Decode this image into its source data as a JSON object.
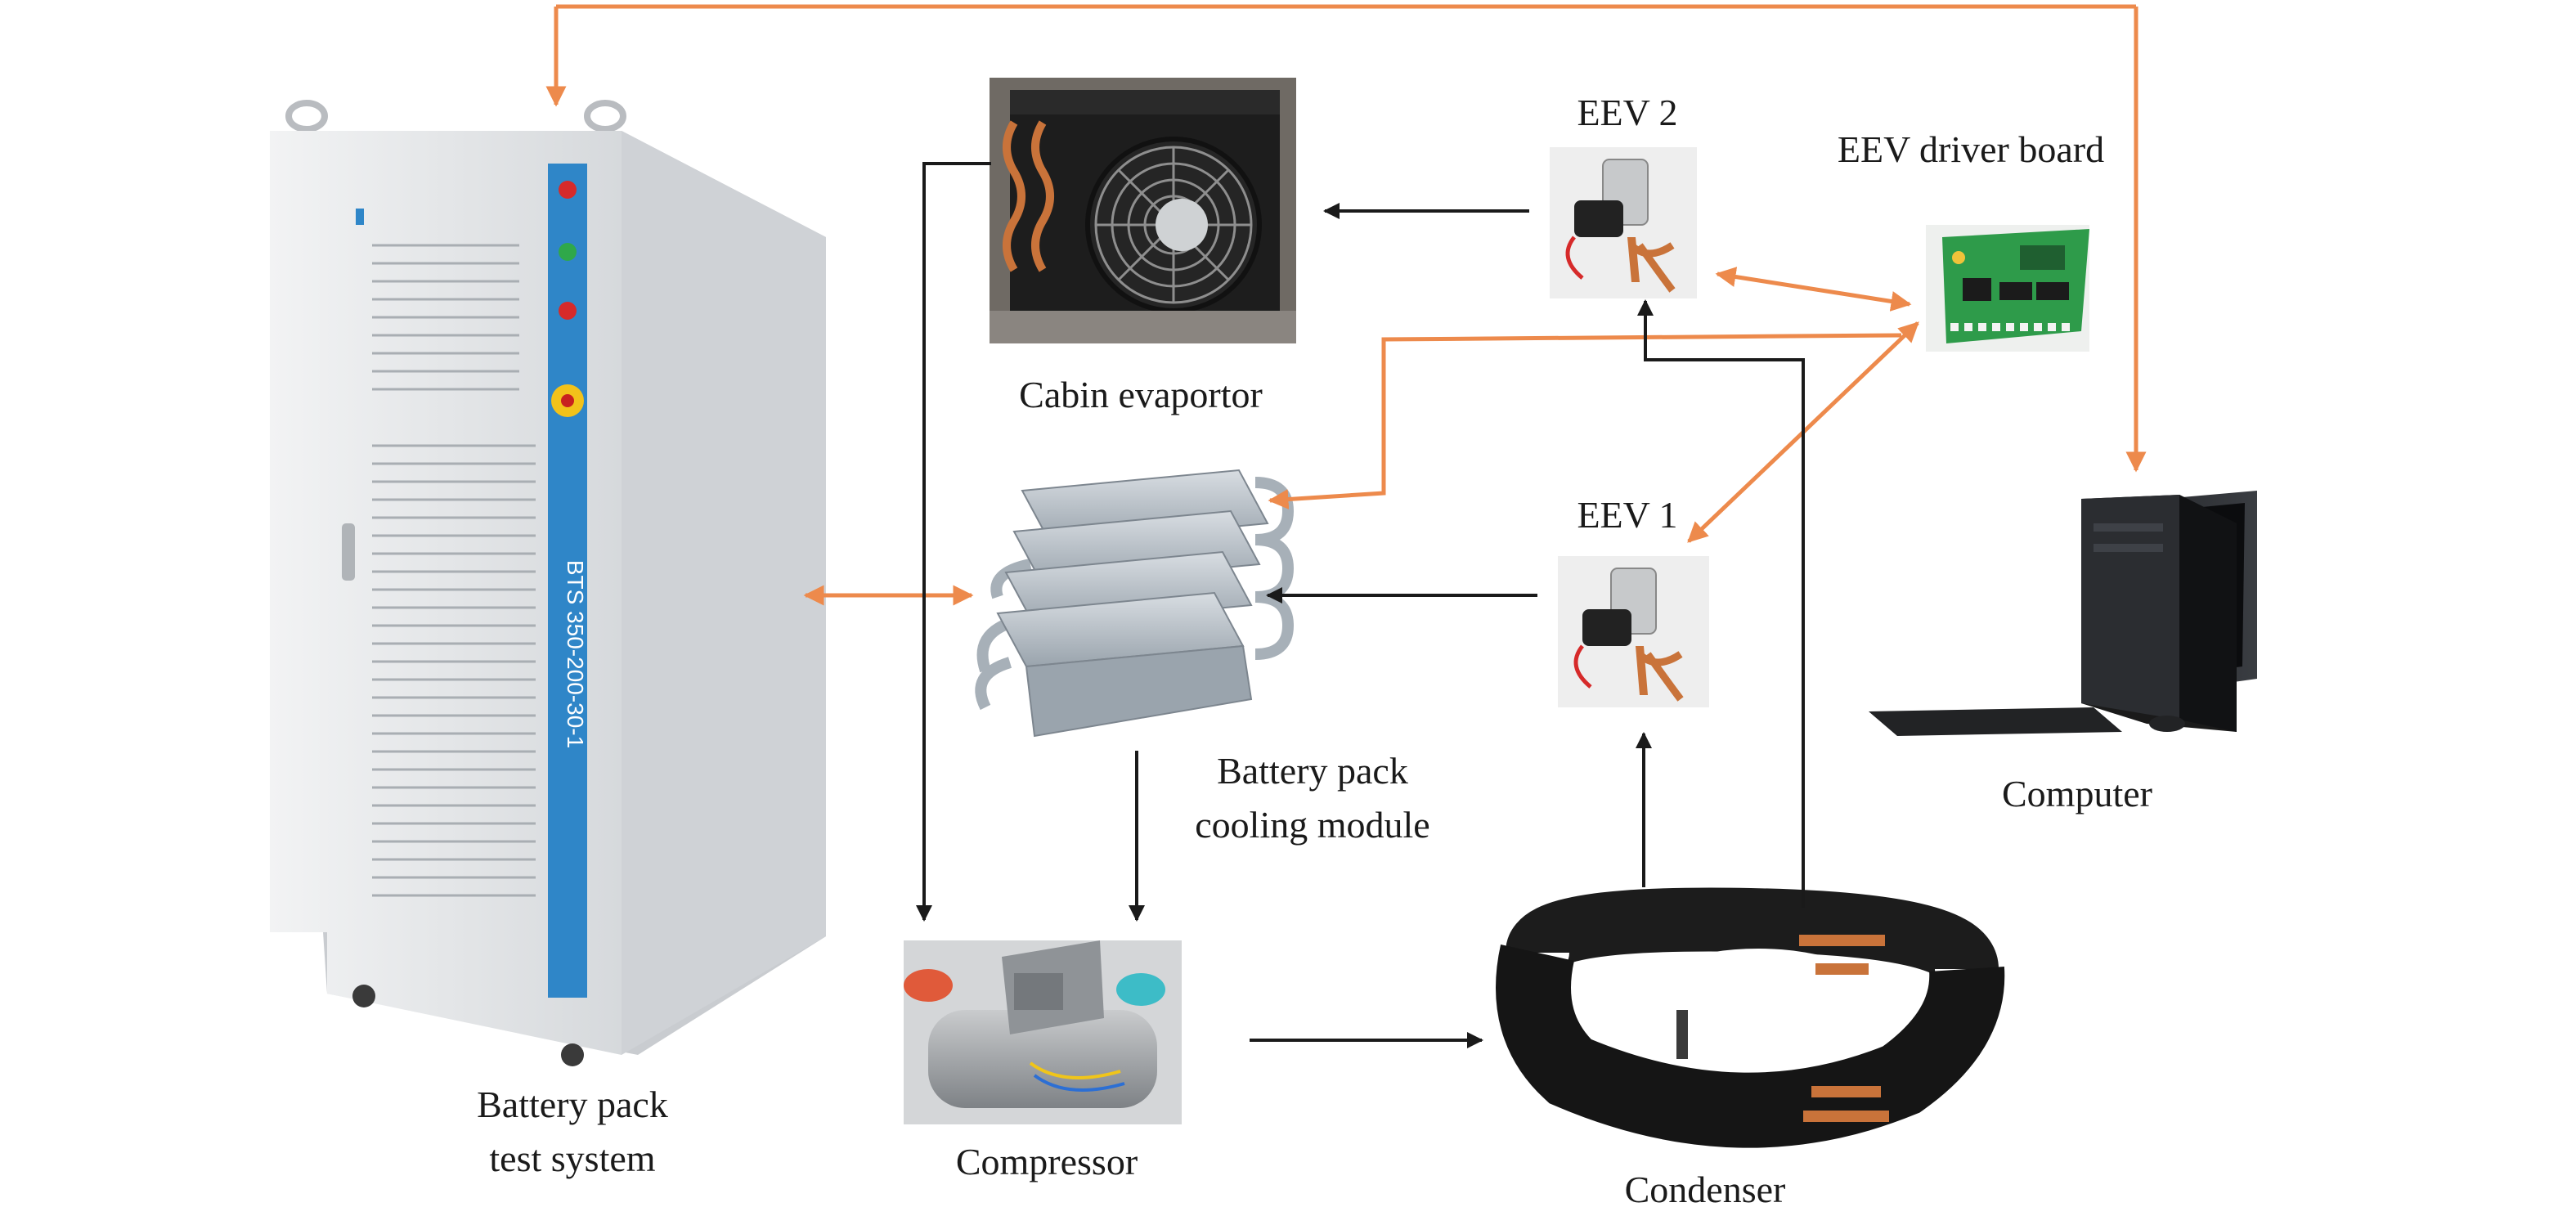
{
  "components": {
    "test_system": {
      "label_line1": "Battery pack",
      "label_line2": "test system",
      "model_text": "BTS 350-200-30-1"
    },
    "cabin_evaporator": {
      "label": "Cabin evaportor"
    },
    "eev2": {
      "label": "EEV 2"
    },
    "eev_driver_board": {
      "label": "EEV driver board"
    },
    "cooling_module": {
      "label_line1": "Battery pack",
      "label_line2": "cooling module"
    },
    "eev1": {
      "label": "EEV 1"
    },
    "computer": {
      "label": "Computer"
    },
    "compressor": {
      "label": "Compressor"
    },
    "condenser": {
      "label": "Condenser"
    }
  },
  "colors": {
    "signal_arrow": "#ed8a4c",
    "refrigerant_arrow": "#1a1a1a",
    "cabinet_body": "#e4e6e8",
    "cabinet_stripe": "#2f86c8",
    "board_green": "#2e9b4a",
    "copper": "#c9733a",
    "condenser_wrap": "#1c1c1c"
  }
}
